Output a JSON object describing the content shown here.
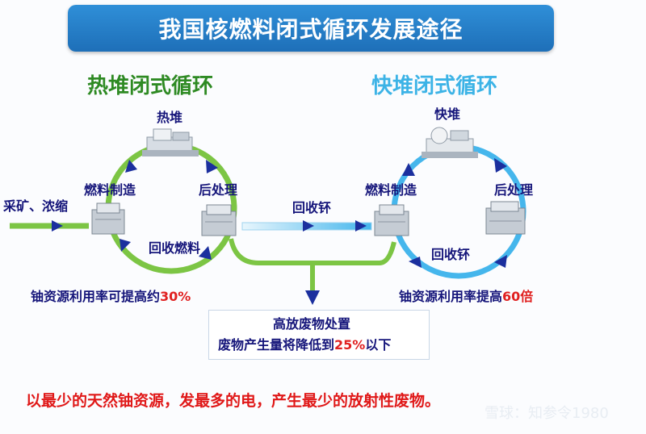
{
  "banner": {
    "title": "我国核燃料闭式循环发展途径"
  },
  "thermal": {
    "title": "热堆闭式循环",
    "reactor_label": "热堆",
    "fuel_fab_label": "燃料制造",
    "reprocess_label": "后处理",
    "recycle_fuel_label": "回收燃料",
    "mining_label": "采矿、浓缩",
    "utilization_prefix": "铀资源利用率可提高约",
    "utilization_value": "30%"
  },
  "link": {
    "recycle_u_label": "回收钚"
  },
  "fast": {
    "title": "快堆闭式循环",
    "reactor_label": "快堆",
    "fuel_fab_label": "燃料制造",
    "reprocess_label": "后处理",
    "recycle_pu_label": "回收钚",
    "utilization_prefix": "铀资源利用率提高",
    "utilization_value": "60倍"
  },
  "waste": {
    "line1": "高放废物处置",
    "line2_prefix": "废物产生量将降低到",
    "line2_value": "25%",
    "line2_suffix": "以下"
  },
  "slogan": "以最少的天然铀资源，发最多的电，产生最少的放射性废物。",
  "watermark": "雪球：知参令1980",
  "colors": {
    "green": "#7cc544",
    "blue": "#45b6ec",
    "arrow_navy": "#1b2f9e",
    "title_green": "#2e8a23",
    "title_blue": "#3cb3e6",
    "highlight_red": "#e02020"
  }
}
